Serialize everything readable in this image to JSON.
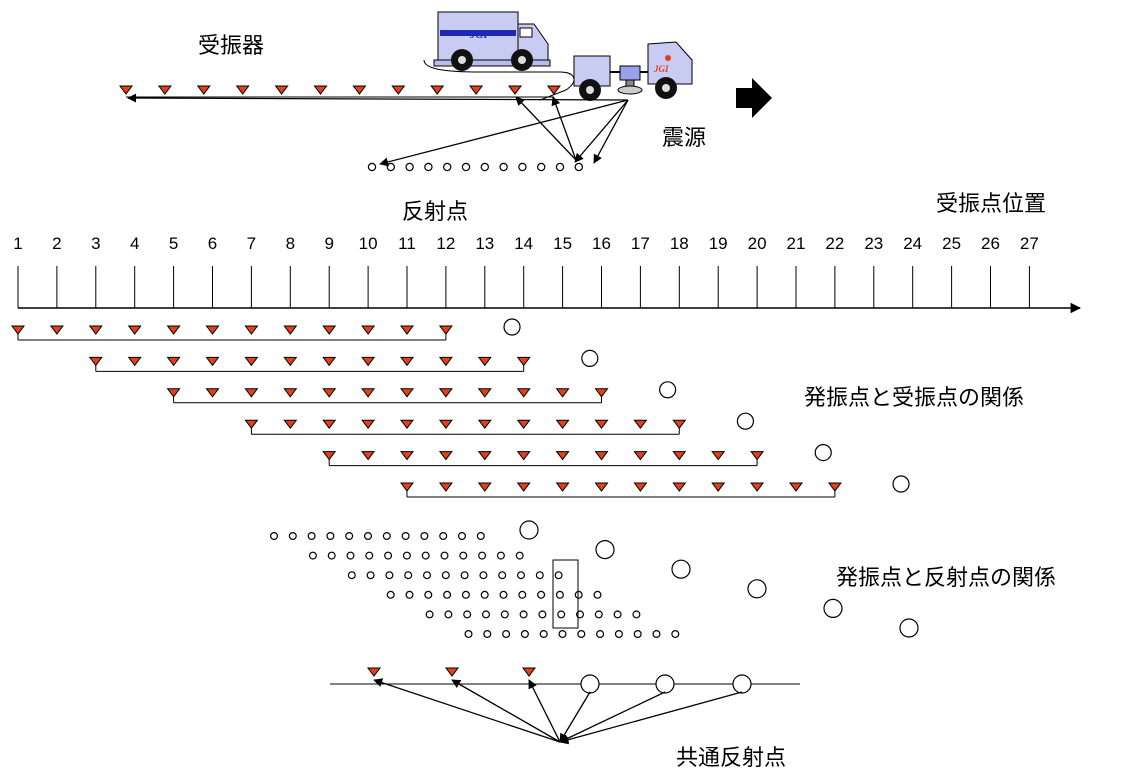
{
  "labels": {
    "receiver": "受振器",
    "source": "震源",
    "reflection_point": "反射点",
    "receiver_position": "受振点位置",
    "shot_receiver_relation": "発振点と受振点の関係",
    "shot_reflection_relation": "発振点と反射点の関係",
    "common_reflection_point": "共通反射点",
    "truck_logo": "JGI"
  },
  "axis": {
    "ticks": [
      "1",
      "2",
      "3",
      "4",
      "5",
      "6",
      "7",
      "8",
      "9",
      "10",
      "11",
      "12",
      "13",
      "14",
      "15",
      "16",
      "17",
      "18",
      "19",
      "20",
      "21",
      "22",
      "23",
      "24",
      "25",
      "26",
      "27"
    ]
  },
  "colors": {
    "geophone": "#e2401b",
    "truck_body": "#c9ccf2",
    "truck_stripe": "#1f27b5",
    "line": "#000000"
  },
  "icons": [
    "geophone-icon",
    "shot-point-icon",
    "arrow-right-icon",
    "recording-truck-icon",
    "vibrator-truck-icon"
  ]
}
